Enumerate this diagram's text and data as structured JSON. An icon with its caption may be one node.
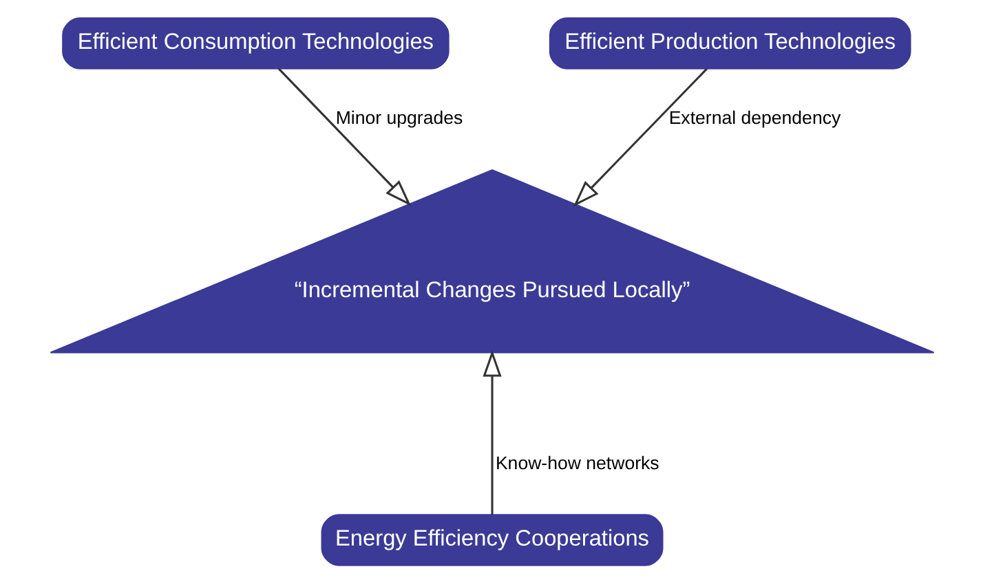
{
  "diagram": {
    "nodes": [
      {
        "text": [
          "Efficient Consumption Technologies"
        ]
      },
      {
        "text": [
          "Efficient Production Technologies"
        ]
      },
      {
        "text": [
          "“Incremental Changes Pursued Locally”"
        ]
      },
      {
        "text": [
          "Energy Efficiency Cooperations"
        ]
      }
    ],
    "edges": [
      {
        "from": 0,
        "to": 2,
        "arrow": "to",
        "label": "Minor upgrades"
      },
      {
        "from": 1,
        "to": 2,
        "arrow": "to",
        "label": "External dependency"
      },
      {
        "from": 3,
        "to": 2,
        "arrow": "to",
        "label": "Know-how networks"
      }
    ]
  }
}
